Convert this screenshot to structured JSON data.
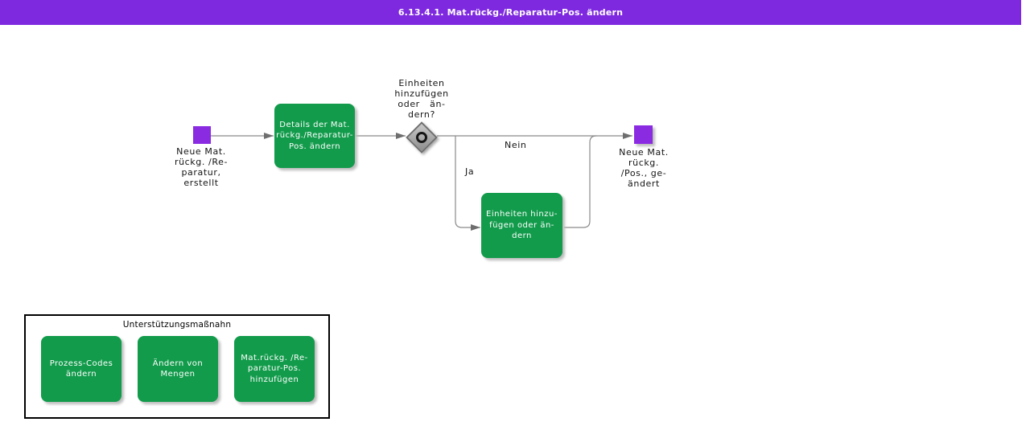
{
  "titlebar": {
    "title": "6.13.4.1. Mat.rückg./Reparatur-Pos. ändern"
  },
  "colors": {
    "titlebar_purple": "#7E29E0",
    "event_purple": "#8A2BE2",
    "task_green": "#129B4B",
    "connector_gray": "#8A8A8A",
    "text_white": "#FFFFFF",
    "text_black": "#141414"
  },
  "diagram": {
    "start_event": {
      "label": "Neue Mat.\nrückg. /Re-\nparatur,\nerstellt"
    },
    "task_change_details": {
      "label": "Details der Mat.\nrückg./Reparatur-\nPos. ändern"
    },
    "decision": {
      "question": "Einheiten\nhinzufügen\noder   än-\ndern?",
      "no_label": "Nein",
      "yes_label": "Ja"
    },
    "task_add_units": {
      "label": "Einheiten hinzu-\nfügen oder än-\ndern"
    },
    "end_event": {
      "label": "Neue Mat.\nrückg.\n/Pos., ge-\nändert"
    }
  },
  "legend": {
    "title": "Unterstützungsmaßnahn",
    "items": [
      {
        "label": "Prozess-Codes\nändern"
      },
      {
        "label": "Ändern von\nMengen"
      },
      {
        "label": "Mat.rückg. /Re-\nparatur-Pos.\nhinzufügen"
      }
    ]
  }
}
